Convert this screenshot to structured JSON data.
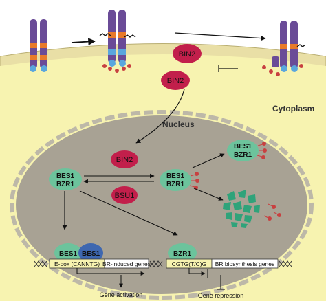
{
  "diagram": {
    "region_labels": {
      "cytoplasm": "Cytoplasm",
      "nucleus": "Nucleus"
    },
    "proteins": {
      "bin2_membrane": "BIN2",
      "bin2_cytoplasm": "BIN2",
      "bin2_nucleus": "BIN2",
      "bsu1": "BSU1",
      "bes1_left": "BES1",
      "bzr1_left": "BZR1",
      "bes1_mid": "BES1",
      "bzr1_mid": "BZR1",
      "bes1_top": "BES1",
      "bzr1_top": "BZR1",
      "bes1_dimer_a": "BES1",
      "bes1_dimer_b": "BES1",
      "bzr1_promoter": "BZR1"
    },
    "dna": {
      "ebox_box": "E-box (CANNTG)",
      "br_induced_genes": "BR-induced genes",
      "cgtg_box": "CGTG(T/C)G",
      "br_biosynthesis_genes": "BR biosynthesis genes"
    },
    "outcomes": {
      "gene_activation": "Gene activation",
      "gene_repression": "Gene repression"
    },
    "colors": {
      "membrane": "#e9dfa6",
      "cytoplasm": "#f7f3b0",
      "nucleus": "#a8a294",
      "bin2": "#c21f4b",
      "bes1_bzr1": "#6cc39c",
      "bes1_dimer_b": "#3e67b0",
      "receptor": "#6a4b97",
      "receptor_band": "#e87a2a",
      "receptor_foot": "#5aa6dd",
      "phosphate": "#c84040",
      "degraded": "#2fa37a"
    }
  }
}
